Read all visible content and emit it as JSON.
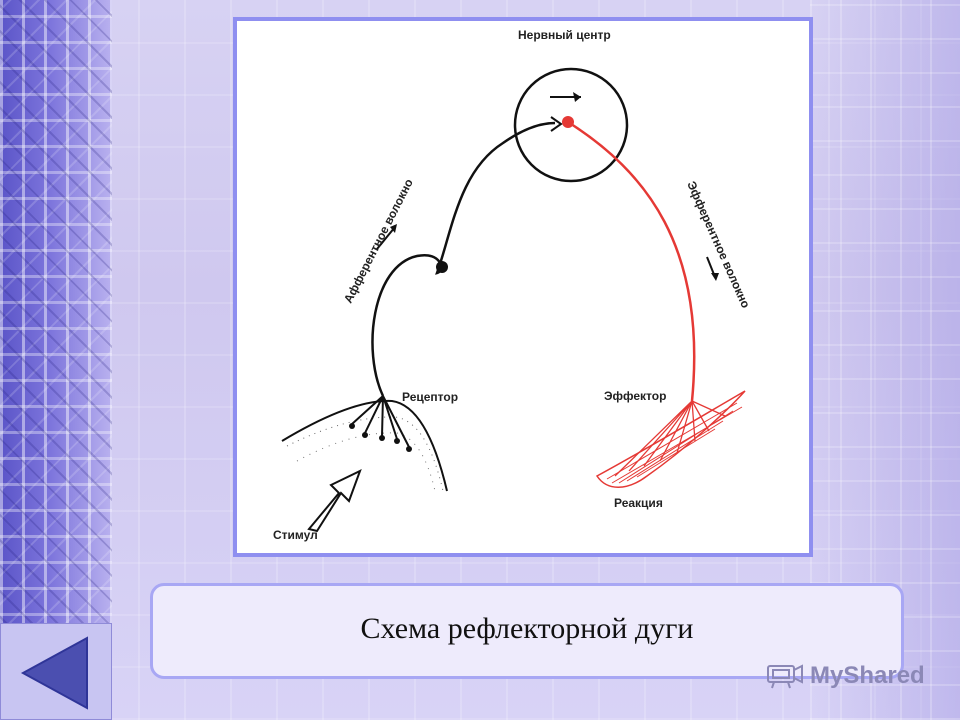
{
  "diagram": {
    "labels": {
      "nerve_center": "Нервный центр",
      "afferent": "Афферентное волокно",
      "efferent": "Эфферентное волокно",
      "receptor": "Рецептор",
      "effector": "Эффектор",
      "reaction": "Реакция",
      "stimulus": "Стимул"
    }
  },
  "caption": {
    "title": "Схема рефлекторной дуги"
  },
  "navigation": {
    "back_icon": "back-triangle-icon"
  },
  "watermark": {
    "text": "MyShared",
    "icon": "projector-icon"
  },
  "colors": {
    "accent": "#8f8ff0",
    "efferent": "#e53935",
    "afferent": "#111111",
    "nav": "#4b4fb0"
  }
}
